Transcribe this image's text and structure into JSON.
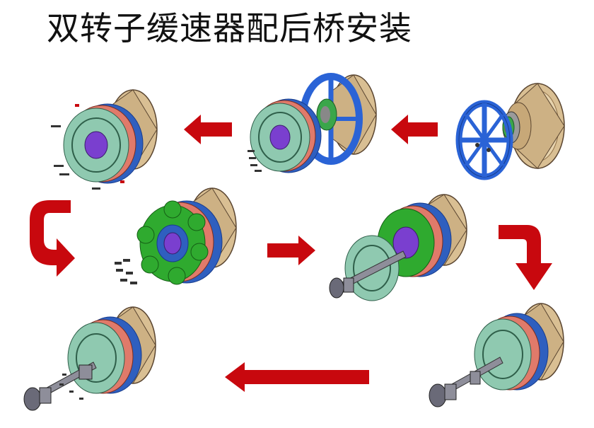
{
  "title": "双转子缓速器配后桥安装",
  "colors": {
    "arrow": "#c8080e",
    "housing": "#d9bf93",
    "housing_dark": "#8f7048",
    "blue_frame": "#2a63d6",
    "stator_green": "#8fc9b0",
    "coil_blue": "#2f5fbf",
    "coil_red": "#e07a6a",
    "core_purple": "#7a3fcf",
    "pad_green": "#2faa2f",
    "shaft_grey": "#8e8e9a"
  },
  "steps": [
    {
      "id": 1,
      "icon": "retarder-housing-with-frame-icon"
    },
    {
      "id": 2,
      "icon": "retarder-stator-frame-assembly-icon"
    },
    {
      "id": 3,
      "icon": "retarder-stator-bolts-icon"
    },
    {
      "id": 4,
      "icon": "retarder-rotor-pads-icon"
    },
    {
      "id": 5,
      "icon": "retarder-rotor-driveshaft-icon"
    },
    {
      "id": 6,
      "icon": "retarder-full-driveshaft-icon"
    },
    {
      "id": 7,
      "icon": "retarder-driveshaft-flange-icon"
    }
  ]
}
